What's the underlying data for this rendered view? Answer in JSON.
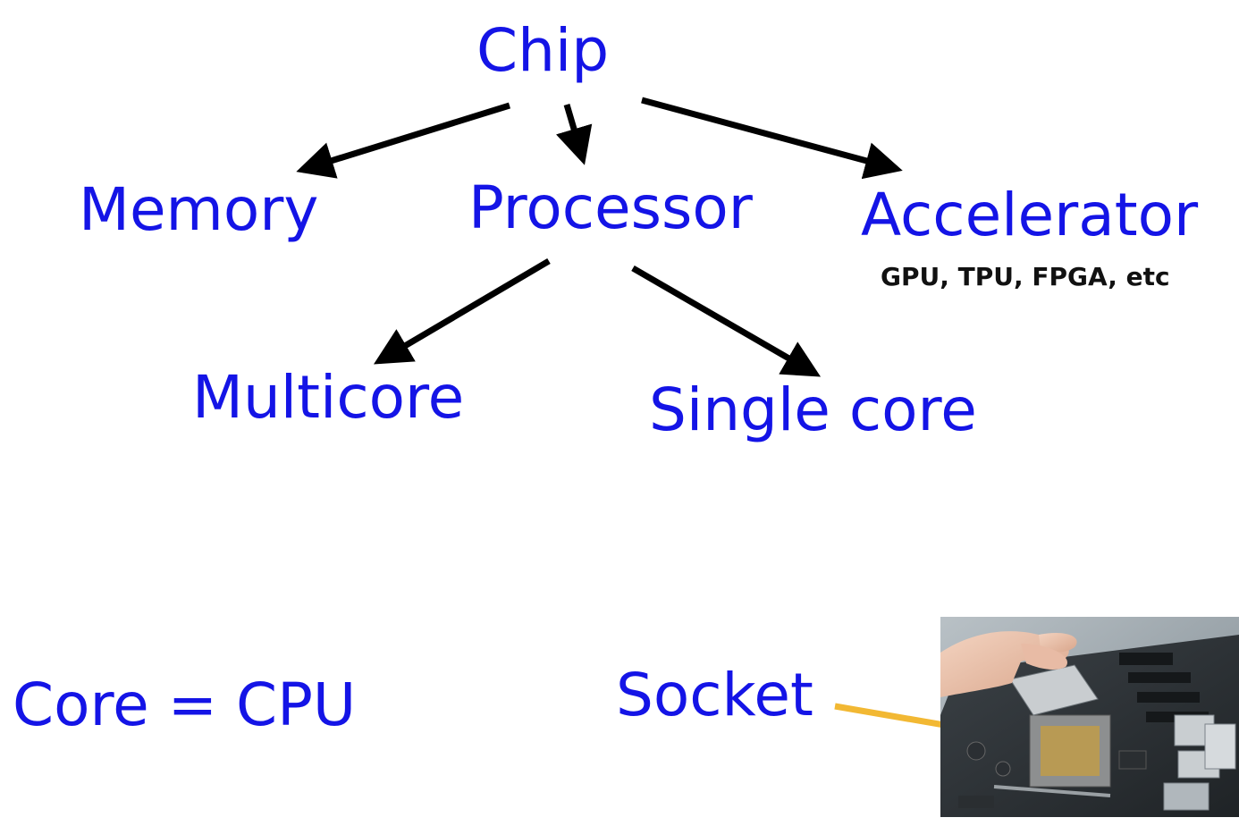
{
  "diagram": {
    "nodes": {
      "chip": "Chip",
      "memory": "Memory",
      "processor": "Processor",
      "accelerator": "Accelerator",
      "accelerator_examples": "GPU, TPU, FPGA, etc",
      "multicore": "Multicore",
      "single_core": "Single core"
    },
    "edges": [
      {
        "from": "Chip",
        "to": "Memory"
      },
      {
        "from": "Chip",
        "to": "Processor"
      },
      {
        "from": "Chip",
        "to": "Accelerator"
      },
      {
        "from": "Processor",
        "to": "Multicore"
      },
      {
        "from": "Processor",
        "to": "Single core"
      }
    ]
  },
  "definition": {
    "text": "Core = CPU"
  },
  "socket": {
    "label": "Socket",
    "photo_icon": "motherboard-socket-photo",
    "arrow_color": "#f2b833"
  },
  "colors": {
    "node_text": "#1414e6",
    "arrow": "#000000",
    "note_text": "#111111"
  }
}
